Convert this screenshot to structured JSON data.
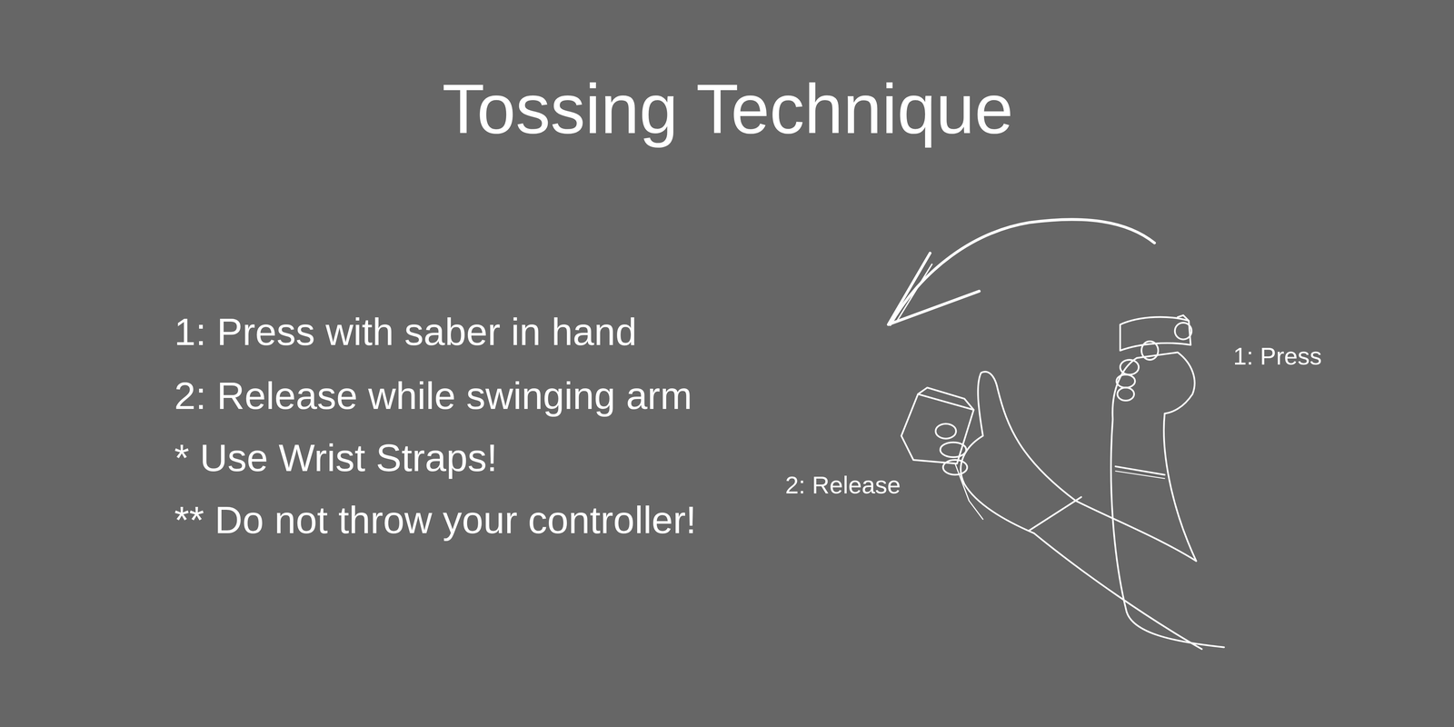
{
  "diagram": {
    "title": "Tossing Technique",
    "labels": [
      "1: Press with saber in hand",
      "2: Release while swinging arm",
      "* Use Wrist Straps!",
      "** Do not throw your controller!",
      "1: Press",
      "2: Release"
    ]
  }
}
